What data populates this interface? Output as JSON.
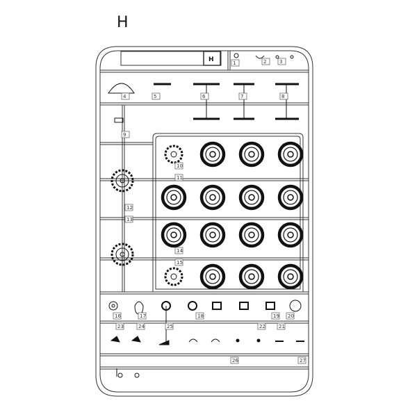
{
  "sheet": {
    "title": "H",
    "frame_tag": "H",
    "part_numbers": [
      "1",
      "2",
      "3",
      "4",
      "5",
      "6",
      "7",
      "8",
      "9",
      "10",
      "11",
      "12",
      "13",
      "14",
      "15",
      "16",
      "17",
      "18",
      "19",
      "20",
      "21",
      "22",
      "23",
      "24",
      "25",
      "26",
      "27"
    ]
  },
  "colors": {
    "line": "#333333",
    "wheel": "#111111",
    "background": "#ffffff"
  }
}
